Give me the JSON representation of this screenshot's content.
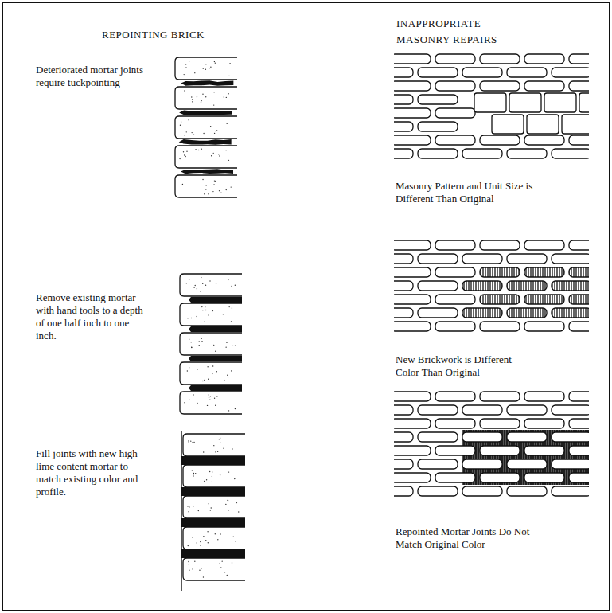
{
  "diagram": {
    "labels": [
      "REPOINTING BRICK",
      "INAPPROPRIATE MASONRY REPAIRS",
      "Deteriorated mortar joints require tuckpointing",
      "Remove existing mortar with hand tools to a depth of one half inch to one inch.",
      "Fill joints with new high lime content mortar to match existing color and profile.",
      "Masonry Pattern and Unit Size is Different Than Original",
      "New Brickwork is Different Color Than Original",
      "Repointed Mortar Joints Do Not Match Original Color"
    ]
  }
}
